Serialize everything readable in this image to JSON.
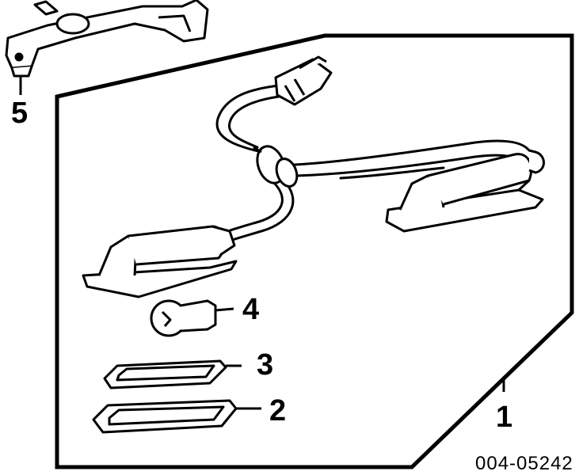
{
  "callouts": {
    "c1": "1",
    "c2": "2",
    "c3": "3",
    "c4": "4",
    "c5": "5"
  },
  "figure_code": "004-05242"
}
